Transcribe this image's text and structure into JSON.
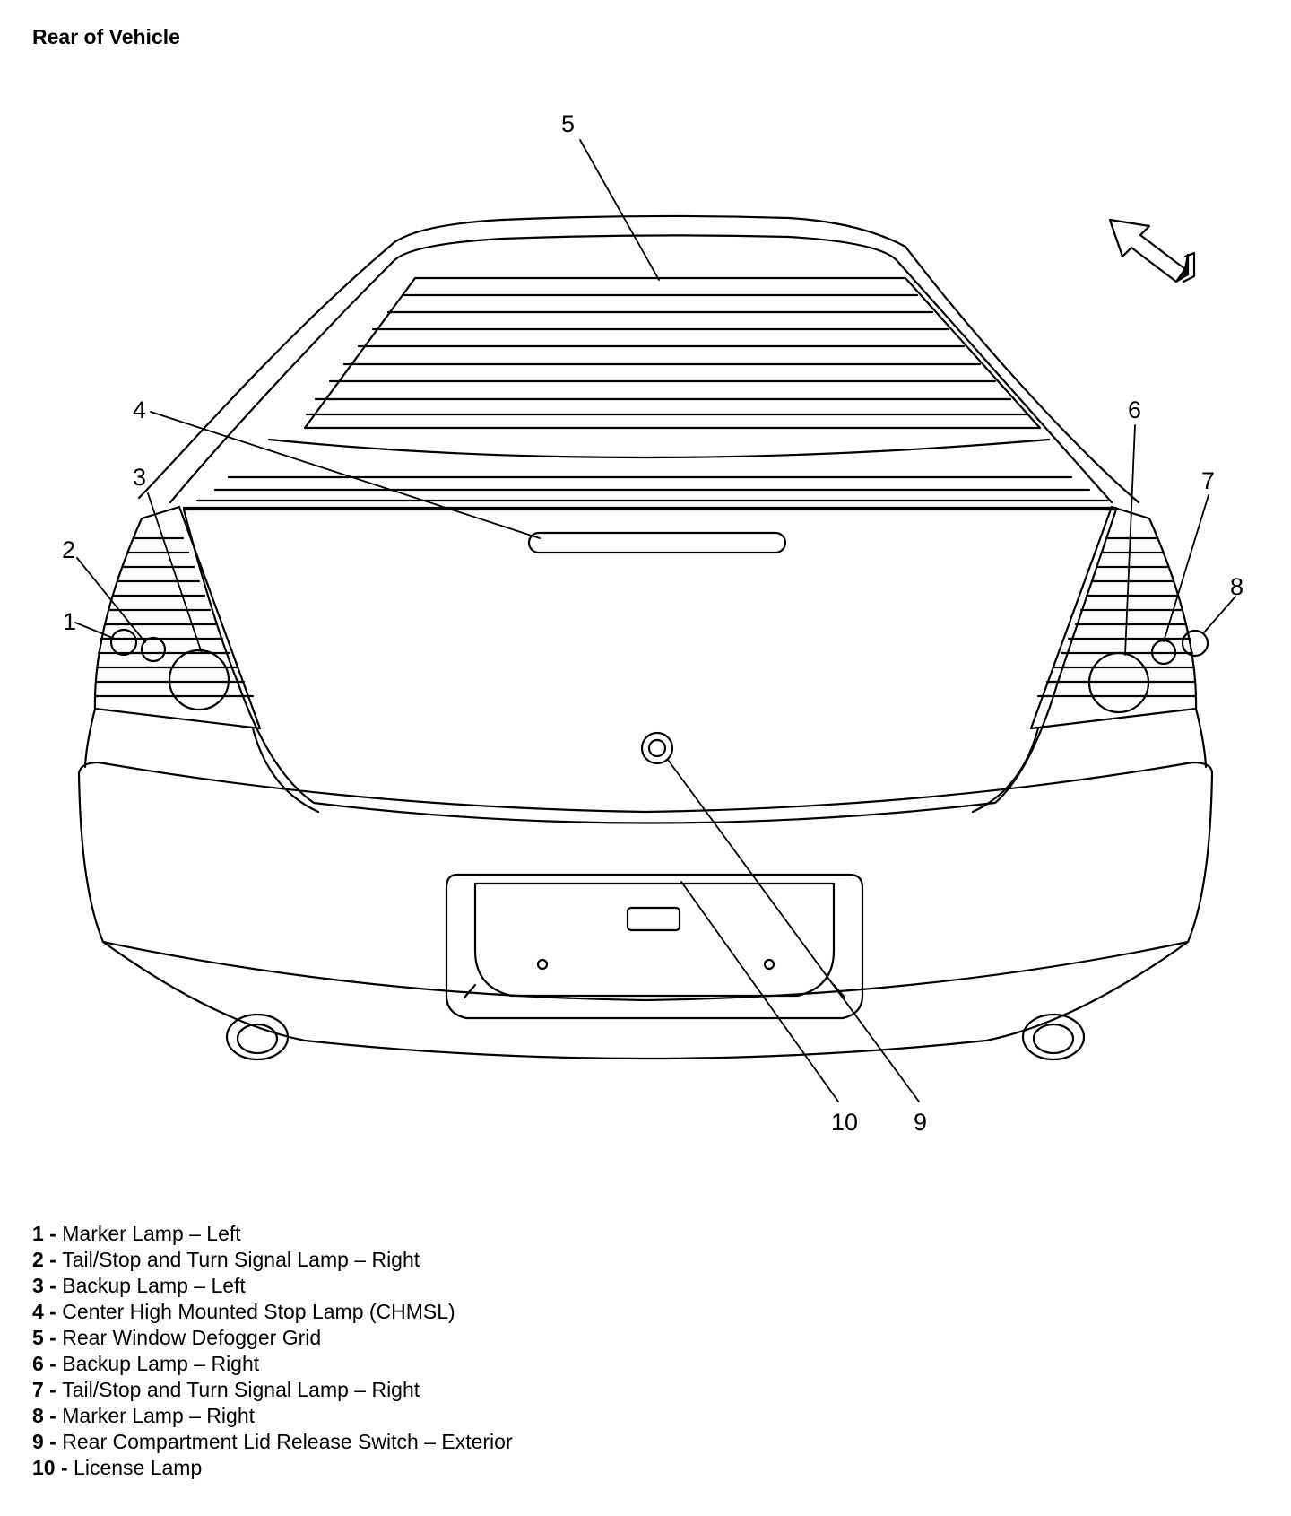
{
  "title": "Rear of Vehicle",
  "callouts": [
    {
      "id": "1"
    },
    {
      "id": "2"
    },
    {
      "id": "3"
    },
    {
      "id": "4"
    },
    {
      "id": "5"
    },
    {
      "id": "6"
    },
    {
      "id": "7"
    },
    {
      "id": "8"
    },
    {
      "id": "9"
    },
    {
      "id": "10"
    }
  ],
  "legend": [
    {
      "number": "1",
      "separator": " - ",
      "label": "Marker Lamp – Left"
    },
    {
      "number": "2",
      "separator": " - ",
      "label": "Tail/Stop and Turn Signal Lamp – Right"
    },
    {
      "number": "3",
      "separator": " - ",
      "label": "Backup Lamp – Left"
    },
    {
      "number": "4",
      "separator": " - ",
      "label": "Center High Mounted Stop Lamp (CHMSL)"
    },
    {
      "number": "5",
      "separator": " - ",
      "label": "Rear Window Defogger Grid"
    },
    {
      "number": "6",
      "separator": " - ",
      "label": "Backup Lamp – Right"
    },
    {
      "number": "7",
      "separator": " - ",
      "label": "Tail/Stop and Turn Signal Lamp – Right"
    },
    {
      "number": "8",
      "separator": " - ",
      "label": "Marker Lamp – Right"
    },
    {
      "number": "9",
      "separator": " - ",
      "label": "Rear Compartment Lid Release Switch – Exterior"
    },
    {
      "number": "10",
      "separator": " - ",
      "label": "License Lamp"
    }
  ]
}
